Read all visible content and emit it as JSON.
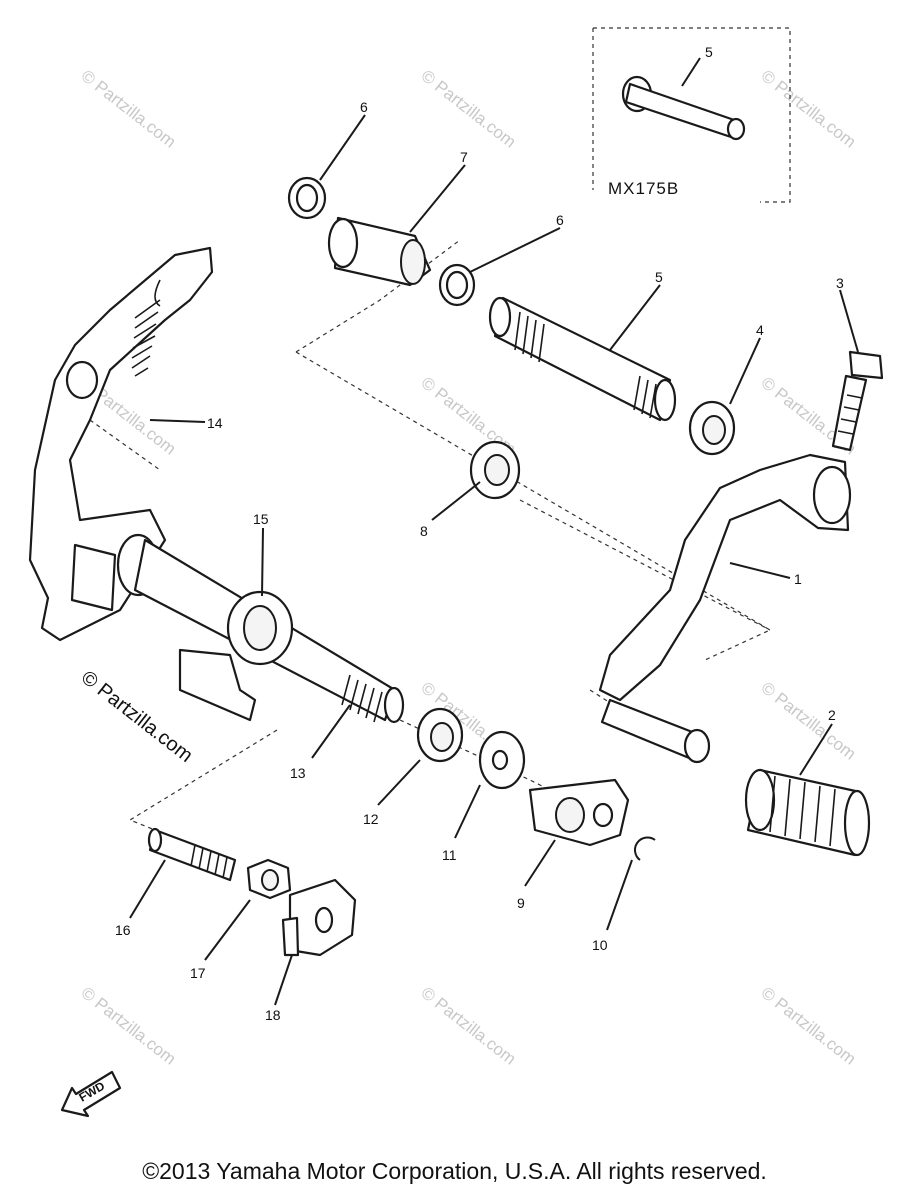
{
  "inset": {
    "label": "MX175B",
    "part_number": "5"
  },
  "callouts": {
    "c1": "1",
    "c2": "2",
    "c3": "3",
    "c4": "4",
    "c5": "5",
    "c6a": "6",
    "c6b": "6",
    "c7": "7",
    "c8": "8",
    "c9": "9",
    "c10": "10",
    "c11": "11",
    "c12": "12",
    "c13": "13",
    "c14": "14",
    "c15": "15",
    "c16": "16",
    "c17": "17",
    "c18": "18"
  },
  "fwd_arrow": {
    "label": "FWD"
  },
  "watermark": {
    "text": "© Partzilla.com"
  },
  "copyright": "©2013  Yamaha Motor Corporation, U.S.A. All rights reserved."
}
